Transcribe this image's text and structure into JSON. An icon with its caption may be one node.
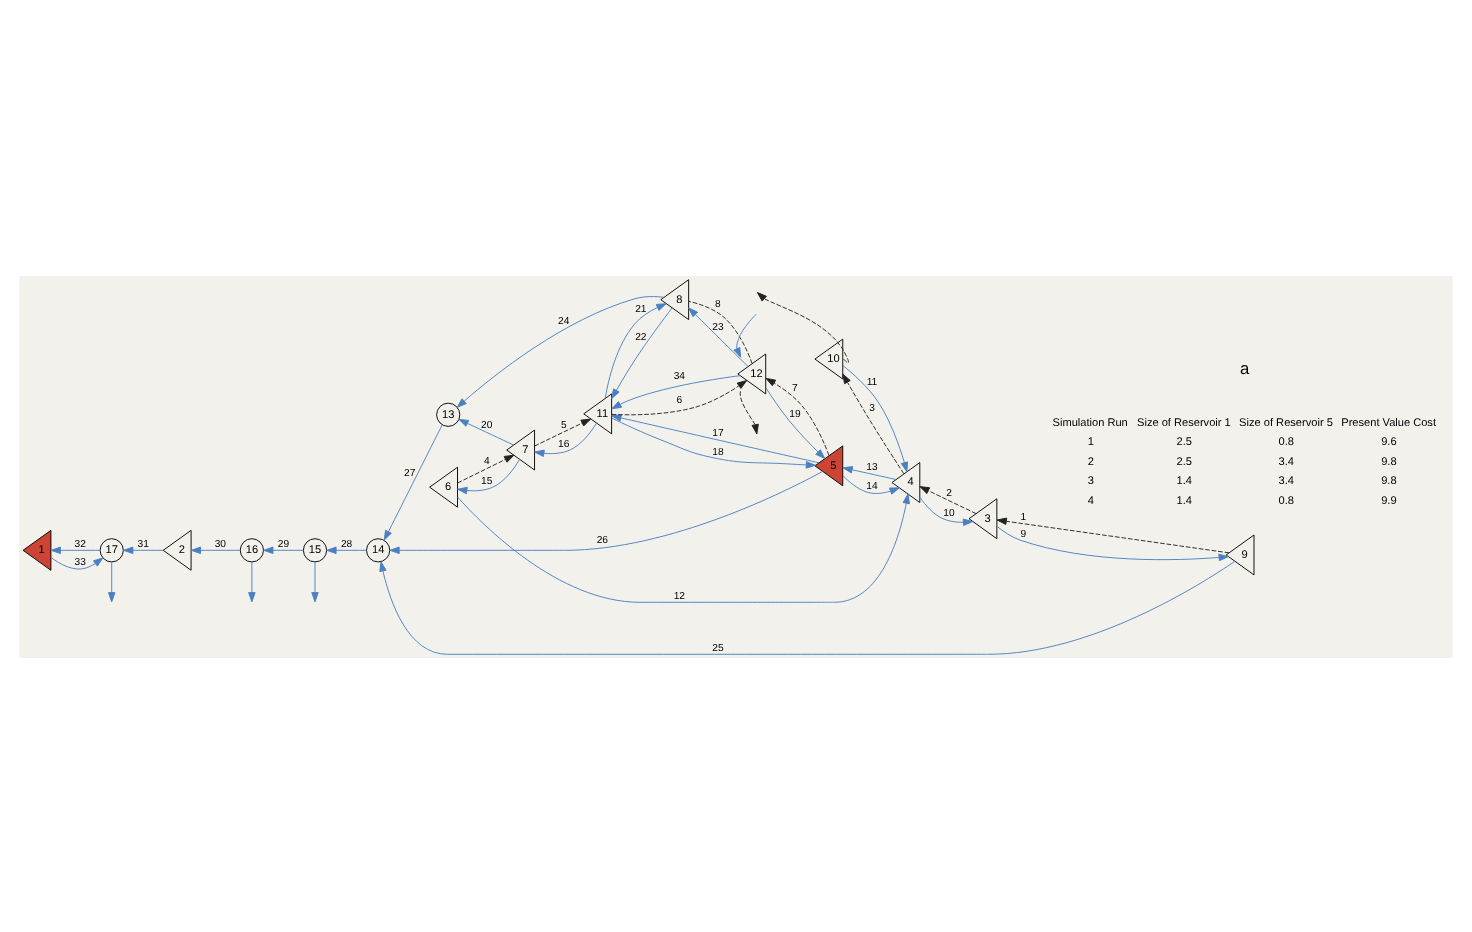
{
  "diagram": {
    "nodes": [
      {
        "text": [
          "9"
        ]
      },
      {
        "text": [
          "3"
        ]
      },
      {
        "text": [
          "4"
        ]
      },
      {
        "text": [
          "10"
        ]
      },
      {
        "text": [
          "5"
        ]
      },
      {
        "text": [
          "1"
        ]
      },
      {
        "text": [
          "17"
        ]
      },
      {
        "text": [
          "2"
        ]
      },
      {
        "text": [
          "16"
        ]
      },
      {
        "text": [
          "15"
        ]
      },
      {
        "text": [
          "14"
        ]
      },
      {
        "text": [
          "6"
        ]
      },
      {
        "text": [
          "7"
        ]
      },
      {
        "text": [
          "11"
        ]
      },
      {
        "text": [
          "12"
        ]
      },
      {
        "text": [
          "13"
        ]
      },
      {
        "text": [
          "8"
        ]
      }
    ],
    "edges": [
      {
        "from": 0,
        "to": 1,
        "arrow": "to",
        "label": "1",
        "style": "dashed",
        "color": "#222222"
      },
      {
        "from": 1,
        "to": 2,
        "arrow": "to",
        "label": "2",
        "style": "dashed",
        "color": "#222222"
      },
      {
        "from": 2,
        "to": 3,
        "arrow": "to",
        "label": "3",
        "style": "dashed",
        "color": "#222222"
      },
      {
        "from": 3,
        "to": null,
        "arrow": "to",
        "style": "dashed",
        "color": "#222222"
      },
      {
        "from": 1,
        "to": 0,
        "arrow": "to",
        "label": "9"
      },
      {
        "from": 2,
        "to": 1,
        "arrow": "to",
        "label": "10"
      },
      {
        "from": 3,
        "to": 2,
        "arrow": "to",
        "label": "11"
      },
      {
        "from": 11,
        "to": 2,
        "arrow": "to",
        "label": "12"
      },
      {
        "from": 2,
        "to": 4,
        "arrow": "to",
        "label": "13"
      },
      {
        "from": 4,
        "to": 2,
        "arrow": "to",
        "label": "14"
      },
      {
        "from": 0,
        "to": 10,
        "arrow": "to",
        "label": "25"
      },
      {
        "from": 4,
        "to": 10,
        "arrow": "to",
        "label": "26"
      },
      {
        "from": 12,
        "to": 11,
        "arrow": "to",
        "label": "15"
      },
      {
        "from": 11,
        "to": 12,
        "arrow": "to",
        "label": "4",
        "style": "dashed",
        "color": "#222222"
      },
      {
        "from": 13,
        "to": 12,
        "arrow": "to",
        "label": "16"
      },
      {
        "from": 12,
        "to": 13,
        "arrow": "to",
        "label": "5",
        "style": "dashed",
        "color": "#222222"
      },
      {
        "from": 4,
        "to": 13,
        "arrow": "to",
        "label": "17"
      },
      {
        "from": 13,
        "to": 4,
        "arrow": "to",
        "label": "18"
      },
      {
        "from": 4,
        "to": 14,
        "arrow": "to",
        "label": "7",
        "style": "dashed",
        "color": "#222222"
      },
      {
        "from": 14,
        "to": 4,
        "arrow": "to",
        "label": "19"
      },
      {
        "from": 14,
        "to": 13,
        "arrow": "to",
        "label": "34"
      },
      {
        "from": 13,
        "to": 14,
        "arrow": "to",
        "label": "6",
        "style": "dashed",
        "color": "#222222"
      },
      {
        "from": null,
        "to": 14,
        "arrow": "to"
      },
      {
        "from": 14,
        "to": null,
        "arrow": "to",
        "style": "dashed",
        "color": "#222222"
      },
      {
        "from": 12,
        "to": 15,
        "arrow": "to",
        "label": "20"
      },
      {
        "from": 13,
        "to": 16,
        "arrow": "to",
        "label": "21"
      },
      {
        "from": 16,
        "to": 13,
        "arrow": "to",
        "label": "22"
      },
      {
        "from": 14,
        "to": 16,
        "arrow": "to",
        "label": "23"
      },
      {
        "from": 14,
        "to": 16,
        "arrow": "none",
        "label": "8",
        "style": "dashed",
        "color": "#222222"
      },
      {
        "from": 16,
        "to": 15,
        "arrow": "to",
        "label": "24"
      },
      {
        "from": 15,
        "to": 10,
        "arrow": "to",
        "label": "27"
      },
      {
        "from": 10,
        "to": 9,
        "arrow": "to",
        "label": "28"
      },
      {
        "from": 9,
        "to": 8,
        "arrow": "to",
        "label": "29"
      },
      {
        "from": 8,
        "to": 7,
        "arrow": "to",
        "label": "30"
      },
      {
        "from": 7,
        "to": 6,
        "arrow": "to",
        "label": "31"
      },
      {
        "from": 5,
        "to": 6,
        "arrow": "to",
        "label": "33"
      },
      {
        "from": 6,
        "to": 5,
        "arrow": "to",
        "label": "32"
      },
      {
        "from": 6,
        "to": null,
        "arrow": "to"
      },
      {
        "from": 8,
        "to": null,
        "arrow": "to"
      },
      {
        "from": 9,
        "to": null,
        "arrow": "to"
      }
    ],
    "labels": [
      "Simulation Run",
      "Size of Reservoir 1",
      "Size of Reservoir 5",
      "Present Value Cost",
      "1",
      "2.5",
      "0.8",
      "9.6",
      "2",
      "2.5",
      "3.4",
      "9.8",
      "3",
      "1.4",
      "3.4",
      "9.8",
      "4",
      "1.4",
      "0.8",
      "9.9",
      "a"
    ]
  }
}
